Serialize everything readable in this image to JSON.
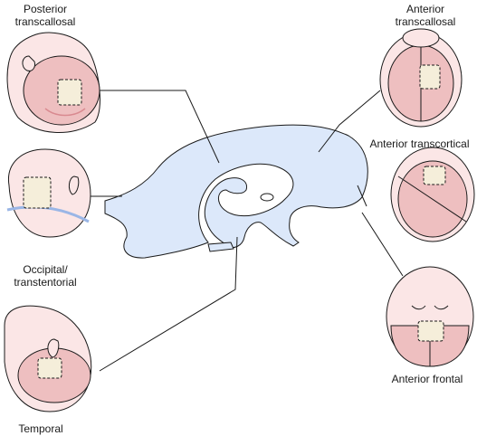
{
  "labels": {
    "posterior_transcallosal": "Posterior\ntranscallosal",
    "occipital_transtentorial": "Occipital/\ntranstentorial",
    "temporal": "Temporal",
    "anterior_transcallosal": "Anterior\ntranscallosal",
    "anterior_transcortical": "Anterior transcortical",
    "anterior_frontal": "Anterior frontal"
  },
  "colors": {
    "ventricle_fill": "#dce8fa",
    "skin_fill": "#fbe6e6",
    "brain_fill": "#eebfc0",
    "line": "#1a1a1a",
    "craniotomy": "#f5eeda",
    "incision": "#d98a90"
  }
}
